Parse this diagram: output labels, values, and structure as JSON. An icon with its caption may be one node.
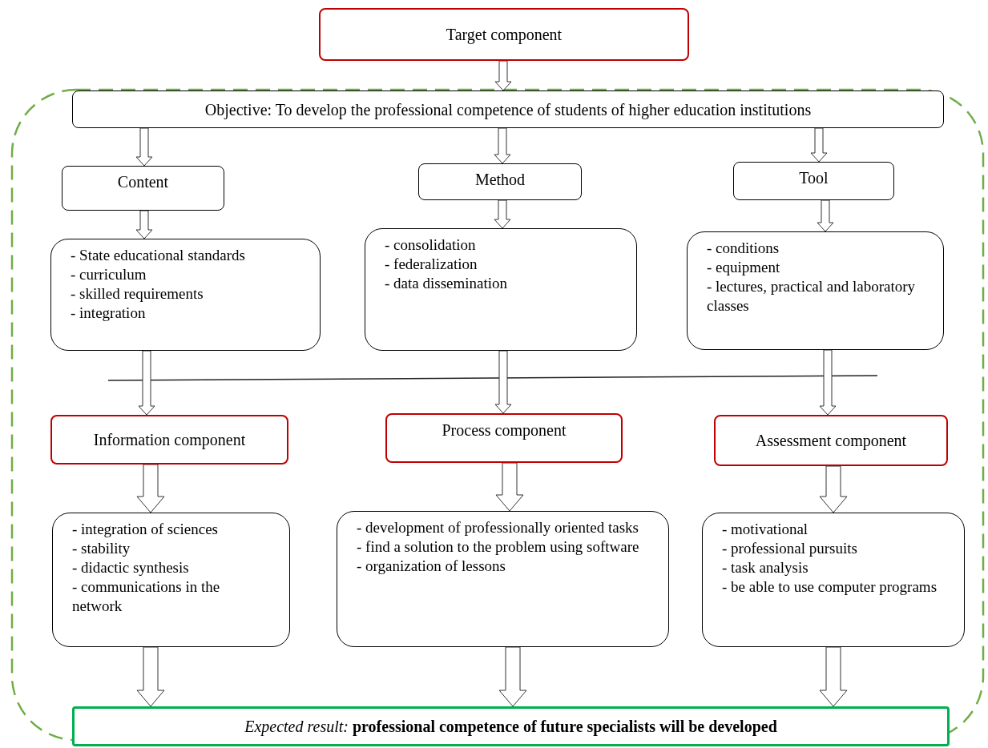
{
  "diagram": {
    "nodes": [
      {
        "text": [
          "Target component"
        ]
      },
      {
        "text": [
          "Objective: To develop the professional competence of students of higher education institutions"
        ]
      },
      {
        "text": [
          "Content"
        ]
      },
      {
        "text": [
          "Method"
        ]
      },
      {
        "text": [
          "Tool"
        ]
      },
      {
        "text": [
          "- State educational standards",
          "- curriculum",
          "- skilled requirements",
          "- integration"
        ]
      },
      {
        "text": [
          "- consolidation",
          "- federalization",
          "- data dissemination"
        ]
      },
      {
        "text": [
          "- conditions",
          "- equipment",
          "- lectures, practical and laboratory classes"
        ]
      },
      {
        "text": [
          "Information component"
        ]
      },
      {
        "text": [
          "Process component"
        ]
      },
      {
        "text": [
          "Assessment component"
        ]
      },
      {
        "text": [
          "- integration of sciences",
          "- stability",
          "- didactic synthesis",
          "- communications in the network"
        ]
      },
      {
        "text": [
          "- development of professionally oriented tasks",
          "- find a solution to the problem using software",
          "- organization of lessons"
        ]
      },
      {
        "text": [
          "- motivational",
          "- professional pursuits",
          "- task analysis",
          "- be able to use computer programs"
        ]
      },
      {
        "text": [
          "*Expected result:* **professional competence of future specialists will be developed**"
        ]
      }
    ],
    "edges": [
      {
        "from": 0,
        "to": 1,
        "arrow": "to"
      },
      {
        "from": 1,
        "to": 2,
        "arrow": "to"
      },
      {
        "from": 1,
        "to": 3,
        "arrow": "to"
      },
      {
        "from": 1,
        "to": 4,
        "arrow": "to"
      },
      {
        "from": 2,
        "to": 5,
        "arrow": "to"
      },
      {
        "from": 3,
        "to": 6,
        "arrow": "to"
      },
      {
        "from": 4,
        "to": 7,
        "arrow": "to"
      },
      {
        "from": 5,
        "to": 8,
        "arrow": "to"
      },
      {
        "from": 6,
        "to": 9,
        "arrow": "to"
      },
      {
        "from": 7,
        "to": 10,
        "arrow": "to"
      },
      {
        "from": 8,
        "to": 11,
        "arrow": "to"
      },
      {
        "from": 9,
        "to": 12,
        "arrow": "to"
      },
      {
        "from": 10,
        "to": 13,
        "arrow": "to"
      },
      {
        "from": 11,
        "to": 14,
        "arrow": "to"
      },
      {
        "from": 12,
        "to": 14,
        "arrow": "to"
      },
      {
        "from": 13,
        "to": 14,
        "arrow": "to"
      }
    ]
  }
}
